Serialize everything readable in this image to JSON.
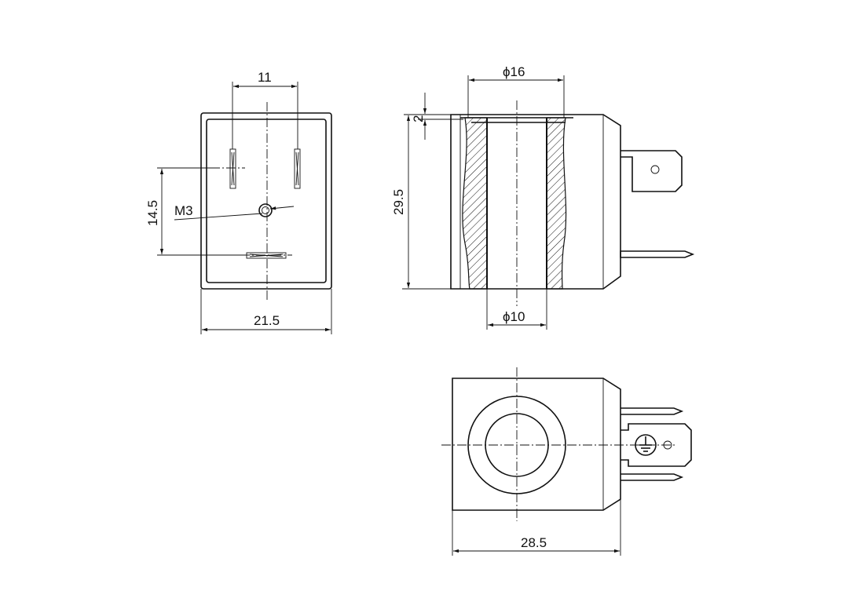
{
  "dimensions": {
    "front_pin_spacing": "11",
    "front_height": "14.5",
    "front_thread": "M3",
    "front_width": "21.5",
    "side_outer_diameter": "ϕ16",
    "side_flange": "2",
    "side_height": "29.5",
    "side_inner_diameter": "ϕ10",
    "bottom_length": "28.5"
  }
}
